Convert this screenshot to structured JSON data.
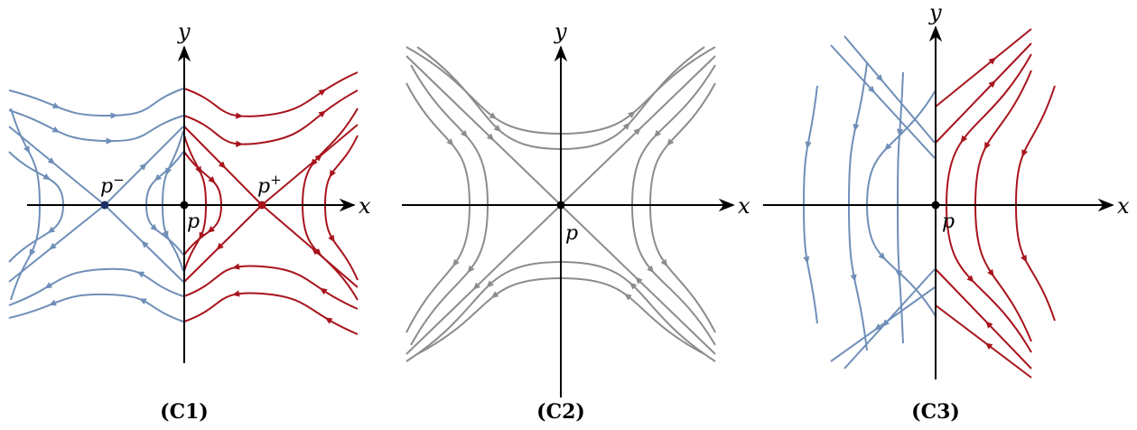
{
  "colors": {
    "blue": "#6f8fb8",
    "red": "#a8141c",
    "gray": "#8c8c8c",
    "axis": "#000000"
  },
  "panels": [
    {
      "label": "(C1)",
      "x_axis_label": "x",
      "y_axis_label": "y",
      "points": [
        {
          "label": "p",
          "superscript": ""
        },
        {
          "label": "p",
          "superscript": "−"
        },
        {
          "label": "p",
          "superscript": "+"
        }
      ]
    },
    {
      "label": "(C2)",
      "x_axis_label": "x",
      "y_axis_label": "y",
      "points": [
        {
          "label": "p",
          "superscript": ""
        }
      ]
    },
    {
      "label": "(C3)",
      "x_axis_label": "x",
      "y_axis_label": "y",
      "points": [
        {
          "label": "p",
          "superscript": ""
        }
      ]
    }
  ]
}
